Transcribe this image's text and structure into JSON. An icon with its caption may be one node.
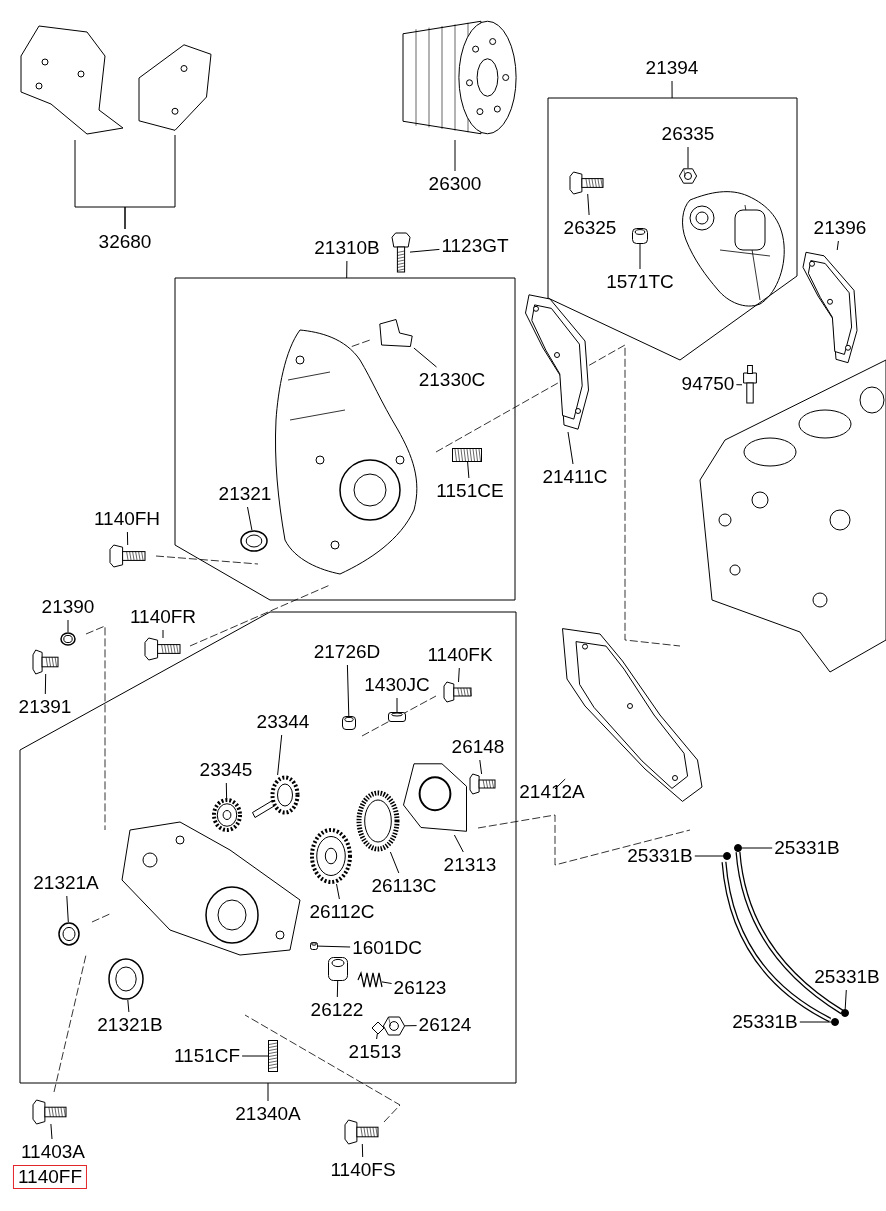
{
  "diagram": {
    "nodes": [
      {
        "text": [
          "32680"
        ]
      },
      {
        "text": [],
        "shape": "picture"
      },
      {
        "text": [],
        "shape": "picture"
      },
      {
        "text": [
          "26300"
        ]
      },
      {
        "text": [],
        "shape": "picture"
      },
      {
        "text": [
          "21394"
        ]
      },
      {
        "text": [],
        "shape": "box"
      },
      {
        "text": [
          "26335"
        ],
        "in": 6
      },
      {
        "text": [],
        "shape": "picture",
        "in": 6
      },
      {
        "text": [
          "26325"
        ],
        "in": 6
      },
      {
        "text": [],
        "shape": "picture",
        "in": 6
      },
      {
        "text": [
          "1571TC"
        ],
        "in": 6
      },
      {
        "text": [],
        "shape": "picture",
        "in": 6
      },
      {
        "text": [
          "21396"
        ]
      },
      {
        "text": [],
        "shape": "picture"
      },
      {
        "text": [
          "21310B"
        ]
      },
      {
        "text": [],
        "shape": "box"
      },
      {
        "text": [
          "1123GT"
        ]
      },
      {
        "text": [],
        "shape": "picture"
      },
      {
        "text": [
          "21330C"
        ],
        "in": 16
      },
      {
        "text": [],
        "shape": "picture",
        "in": 16
      },
      {
        "text": [
          "21321"
        ],
        "in": 16
      },
      {
        "text": [],
        "shape": "picture",
        "in": 16
      },
      {
        "text": [
          "1151CE"
        ],
        "in": 16
      },
      {
        "text": [],
        "shape": "picture",
        "in": 16
      },
      {
        "text": [
          "94750"
        ]
      },
      {
        "text": [],
        "shape": "picture"
      },
      {
        "text": [
          "21411C"
        ]
      },
      {
        "text": [],
        "shape": "picture"
      },
      {
        "text": [
          "1140FH"
        ]
      },
      {
        "text": [],
        "shape": "picture"
      },
      {
        "text": [
          "21390"
        ]
      },
      {
        "text": [],
        "shape": "picture"
      },
      {
        "text": [
          "21391"
        ]
      },
      {
        "text": [],
        "shape": "picture"
      },
      {
        "text": [
          "1140FR"
        ]
      },
      {
        "text": [],
        "shape": "picture"
      },
      {
        "text": [],
        "shape": "box"
      },
      {
        "text": [
          "21726D"
        ],
        "in": 37
      },
      {
        "text": [],
        "shape": "picture",
        "in": 37
      },
      {
        "text": [
          "1430JC"
        ],
        "in": 37
      },
      {
        "text": [],
        "shape": "picture",
        "in": 37
      },
      {
        "text": [
          "1140FK"
        ],
        "in": 37
      },
      {
        "text": [],
        "shape": "picture",
        "in": 37
      },
      {
        "text": [
          "23344"
        ],
        "in": 37
      },
      {
        "text": [],
        "shape": "picture",
        "in": 37
      },
      {
        "text": [
          "26148"
        ],
        "in": 37
      },
      {
        "text": [],
        "shape": "picture",
        "in": 37
      },
      {
        "text": [
          "23345"
        ],
        "in": 37
      },
      {
        "text": [],
        "shape": "picture",
        "in": 37
      },
      {
        "text": [
          "21412A"
        ]
      },
      {
        "text": [],
        "shape": "picture"
      },
      {
        "text": [
          "21313"
        ],
        "in": 37
      },
      {
        "text": [],
        "shape": "picture",
        "in": 37
      },
      {
        "text": [
          "21321A"
        ],
        "in": 37
      },
      {
        "text": [],
        "shape": "picture",
        "in": 37
      },
      {
        "text": [
          "26112C"
        ],
        "in": 37
      },
      {
        "text": [],
        "shape": "picture",
        "in": 37
      },
      {
        "text": [
          "26113C"
        ],
        "in": 37
      },
      {
        "text": [],
        "shape": "picture",
        "in": 37
      },
      {
        "text": [
          "1601DC"
        ],
        "in": 37
      },
      {
        "text": [],
        "shape": "picture",
        "in": 37
      },
      {
        "text": [
          "21321B"
        ],
        "in": 37
      },
      {
        "text": [],
        "shape": "picture",
        "in": 37
      },
      {
        "text": [
          "26122"
        ],
        "in": 37
      },
      {
        "text": [],
        "shape": "picture",
        "in": 37
      },
      {
        "text": [
          "26123"
        ],
        "in": 37
      },
      {
        "text": [],
        "shape": "picture",
        "in": 37
      },
      {
        "text": [
          "26124"
        ],
        "in": 37
      },
      {
        "text": [],
        "shape": "picture",
        "in": 37
      },
      {
        "text": [
          "21513"
        ],
        "in": 37
      },
      {
        "text": [],
        "shape": "picture",
        "in": 37
      },
      {
        "text": [
          "1151CF"
        ],
        "in": 37
      },
      {
        "text": [],
        "shape": "picture",
        "in": 37
      },
      {
        "text": [
          "21340A"
        ]
      },
      {
        "text": [
          "11403A"
        ]
      },
      {
        "text": [],
        "shape": "picture"
      },
      {
        "text": [
          "1140FF"
        ]
      },
      {
        "text": [
          "1140FS"
        ]
      },
      {
        "text": [],
        "shape": "picture"
      },
      {
        "text": [
          "25331B"
        ]
      },
      {
        "text": [],
        "shape": "circle"
      },
      {
        "text": [
          "25331B"
        ]
      },
      {
        "text": [],
        "shape": "circle"
      },
      {
        "text": [
          "25331B"
        ]
      },
      {
        "text": [],
        "shape": "circle"
      },
      {
        "text": [
          "25331B"
        ]
      },
      {
        "text": [],
        "shape": "circle"
      }
    ],
    "edges": [
      {
        "from": 0,
        "to": 1,
        "arrow": "none"
      },
      {
        "from": 0,
        "to": 2,
        "arrow": "none"
      },
      {
        "from": 3,
        "to": 4,
        "arrow": "none"
      },
      {
        "from": 5,
        "to": 6,
        "arrow": "none"
      },
      {
        "from": 7,
        "to": 8,
        "arrow": "none"
      },
      {
        "from": 9,
        "to": 10,
        "arrow": "none"
      },
      {
        "from": 11,
        "to": 12,
        "arrow": "none"
      },
      {
        "from": 13,
        "to": 14,
        "arrow": "none"
      },
      {
        "from": 15,
        "to": 16,
        "arrow": "none"
      },
      {
        "from": 17,
        "to": 18,
        "arrow": "none"
      },
      {
        "from": 19,
        "to": 20,
        "arrow": "none"
      },
      {
        "from": 21,
        "to": 22,
        "arrow": "none"
      },
      {
        "from": 23,
        "to": 24,
        "arrow": "none"
      },
      {
        "from": 25,
        "to": 26,
        "arrow": "none"
      },
      {
        "from": 27,
        "to": 28,
        "arrow": "none"
      },
      {
        "from": 29,
        "to": 30,
        "arrow": "none"
      },
      {
        "from": 31,
        "to": 32,
        "arrow": "none"
      },
      {
        "from": 33,
        "to": 34,
        "arrow": "none"
      },
      {
        "from": 35,
        "to": 36,
        "arrow": "none"
      },
      {
        "from": 38,
        "to": 39,
        "arrow": "none"
      },
      {
        "from": 40,
        "to": 41,
        "arrow": "none"
      },
      {
        "from": 42,
        "to": 43,
        "arrow": "none"
      },
      {
        "from": 44,
        "to": 45,
        "arrow": "none"
      },
      {
        "from": 46,
        "to": 47,
        "arrow": "none"
      },
      {
        "from": 48,
        "to": 49,
        "arrow": "none"
      },
      {
        "from": 50,
        "to": 51,
        "arrow": "none"
      },
      {
        "from": 52,
        "to": 53,
        "arrow": "none"
      },
      {
        "from": 54,
        "to": 55,
        "arrow": "none"
      },
      {
        "from": 56,
        "to": 57,
        "arrow": "none"
      },
      {
        "from": 58,
        "to": 59,
        "arrow": "none"
      },
      {
        "from": 60,
        "to": 61,
        "arrow": "none"
      },
      {
        "from": 62,
        "to": 63,
        "arrow": "none"
      },
      {
        "from": 64,
        "to": 65,
        "arrow": "none"
      },
      {
        "from": 66,
        "to": 67,
        "arrow": "none"
      },
      {
        "from": 68,
        "to": 69,
        "arrow": "none"
      },
      {
        "from": 70,
        "to": 71,
        "arrow": "none"
      },
      {
        "from": 72,
        "to": 73,
        "arrow": "none"
      },
      {
        "from": 74,
        "to": 37,
        "arrow": "none"
      },
      {
        "from": 75,
        "to": 76,
        "arrow": "none"
      },
      {
        "from": 78,
        "to": 79,
        "arrow": "none"
      },
      {
        "from": 80,
        "to": 81,
        "arrow": "none"
      },
      {
        "from": 82,
        "to": 83,
        "arrow": "none"
      },
      {
        "from": 84,
        "to": 85,
        "arrow": "none"
      },
      {
        "from": 86,
        "to": 87,
        "arrow": "none"
      }
    ]
  }
}
